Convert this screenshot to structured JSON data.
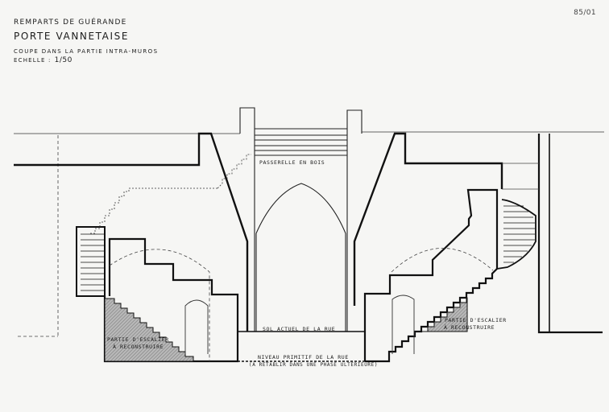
{
  "header": {
    "line1": "Remparts de Guérande",
    "line2": "Porte Vannetaise",
    "line3": "Coupe dans la partie intra-muros",
    "line4_prefix": "Echelle :",
    "line4_scale": "1/50"
  },
  "sheet_ref": "85/01",
  "labels": {
    "passerelle": "Passerelle en bois",
    "sol_actuel": "Sol actuel de la rue",
    "niveau_primitif": "Niveau primitif de la rue",
    "retablir": "(à rétablir dans une phase ultérieure)",
    "escalier_left_1": "Partie d'escalier",
    "escalier_left_2": "à reconstruire",
    "escalier_right_1": "Partie d'escalier",
    "escalier_right_2": "à reconstruire"
  },
  "colors": {
    "paper": "#f6f6f4",
    "ink": "#1a1a1a",
    "hatch": "#9a9a9a"
  }
}
